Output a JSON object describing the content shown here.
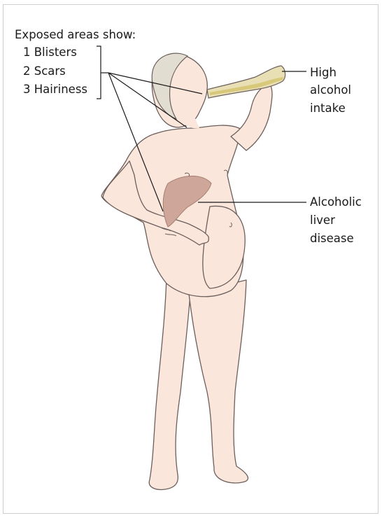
{
  "figure": {
    "header": "Exposed areas show:",
    "list": [
      "1 Blisters",
      "2 Scars",
      "3 Hairiness"
    ],
    "right_labels": {
      "alcohol": [
        "High",
        "alcohol",
        "intake"
      ],
      "liver": [
        "Alcoholic",
        "liver",
        "disease"
      ]
    }
  },
  "colors": {
    "skin": "#fbe6dc",
    "skin_outline": "#6b5f5c",
    "hair": "#e2ddd1",
    "liver": "#cfa79a",
    "bottle": "#e9dfb5",
    "liquid": "#d8c87a",
    "line": "#1a1a1a"
  }
}
